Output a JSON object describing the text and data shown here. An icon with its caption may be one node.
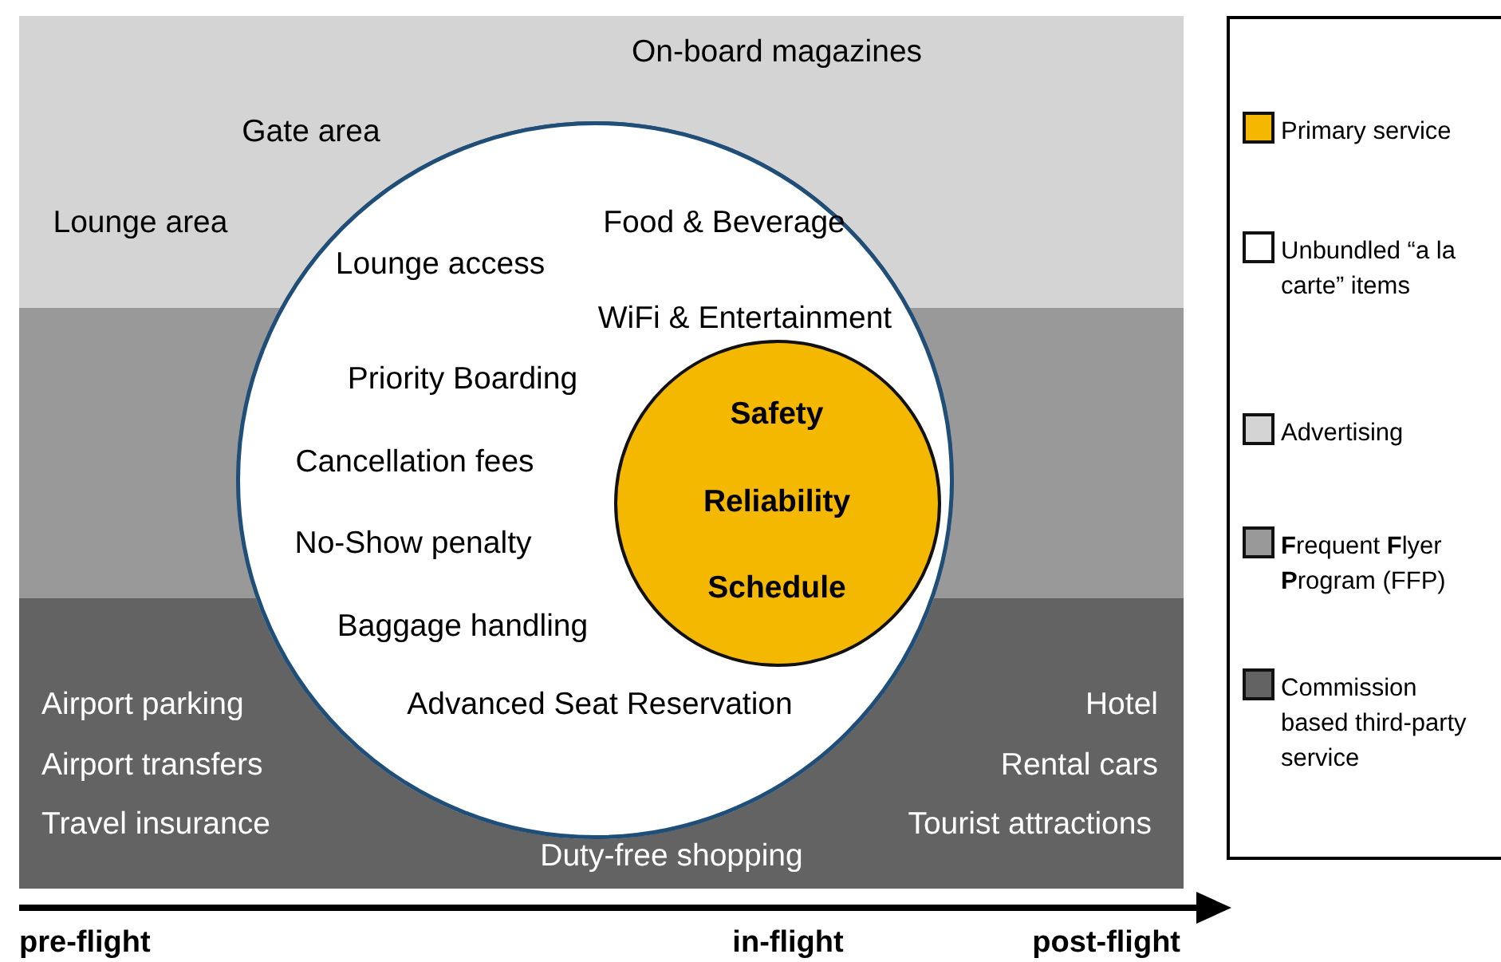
{
  "diagram": {
    "nodes": [
      {
        "text": [
          "Food & Beverage",
          "Lounge access",
          "WiFi & Entertainment",
          "Priority Boarding",
          "Cancellation fees",
          "No-Show penalty",
          "Baggage handling",
          "Advanced Seat Reservation"
        ]
      },
      {
        "text": [
          "Safety",
          "Reliability",
          "Schedule"
        ],
        "in": 0
      }
    ],
    "edges": [],
    "labels": [
      "On-board magazines",
      "Gate area",
      "Lounge area",
      "Airport parking",
      "Hotel",
      "Airport transfers",
      "Rental cars",
      "Travel insurance",
      "Tourist attractions",
      "Duty-free shopping",
      "pre-flight",
      "in-flight",
      "post-flight"
    ],
    "legend": [
      {
        "text": "Primary service",
        "color": "#f5b800"
      },
      {
        "text": "Unbundled “a la carte” items",
        "color": "#ffffff"
      },
      {
        "text": "Advertising",
        "color": "#d4d4d4"
      },
      {
        "text": "**F**requent **F**lyer **P**rogram (FFP)",
        "color": "#999999"
      },
      {
        "text": "Commission based third-party service",
        "color": "#636363"
      }
    ]
  }
}
